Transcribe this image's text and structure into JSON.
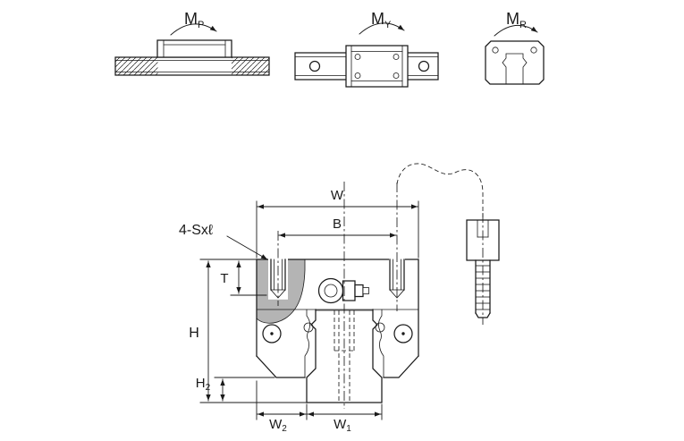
{
  "moment_labels": {
    "mp": {
      "base": "M",
      "sub": "P"
    },
    "my": {
      "base": "M",
      "sub": "Y"
    },
    "mr": {
      "base": "M",
      "sub": "R"
    }
  },
  "dimensions": {
    "w": "W",
    "b": "B",
    "t": "T",
    "h": "H",
    "h2": {
      "base": "H",
      "sub": "2"
    },
    "w2": {
      "base": "W",
      "sub": "2"
    },
    "w1": {
      "base": "W",
      "sub": "1"
    },
    "bolt_callout": "4-Sxℓ"
  },
  "colors": {
    "line": "#1a1a1a",
    "section_fill": "#b4b4b4",
    "background": "#ffffff"
  }
}
